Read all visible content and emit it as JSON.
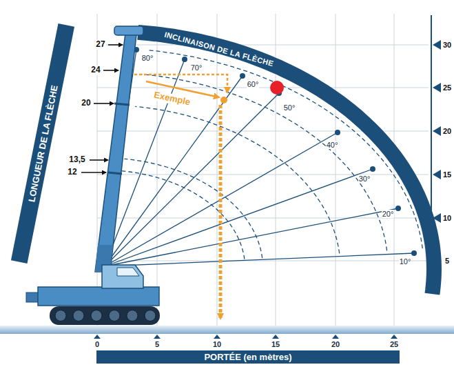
{
  "diagram": {
    "nodes": [
      {
        "text": [
          "INCLINAISON DE LA FLÈCHE"
        ]
      },
      {
        "text": [
          "LONGUEUR DE LA FLÈCHE"
        ]
      },
      {
        "text": [
          "PORTÉE (en mètres)"
        ]
      }
    ],
    "labels": [
      "27",
      "24",
      "20",
      "13,5",
      "12",
      "80°",
      "70°",
      "60°",
      "50°",
      "40°",
      "30°",
      "20°",
      "10°",
      "Exemple",
      "30",
      "25",
      "20",
      "15",
      "10",
      "5",
      "0",
      "5",
      "10",
      "15",
      "20",
      "25"
    ]
  }
}
